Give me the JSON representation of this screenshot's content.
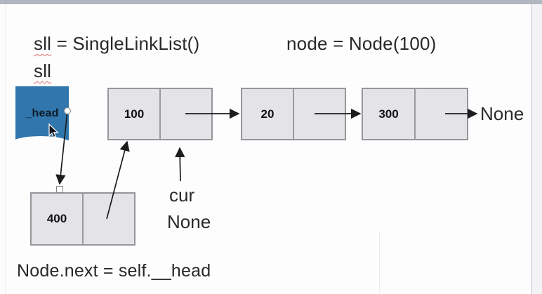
{
  "window": {
    "top_bar_color": "#b1b6c0"
  },
  "code_text": {
    "line1_var": "sll",
    "line1_rest": " = SingleLinkList()",
    "line2_var": "sll",
    "line3": "node = Node(100)",
    "bottom_line": "Node.next = self.__head"
  },
  "diagram": {
    "head_label": "_head",
    "head_fill": "#3177ad",
    "node_fill": "#e4e3e6",
    "node_border": "#96959b",
    "spellcheck_underline_color": "#d9534f",
    "nodes": [
      {
        "value": "100"
      },
      {
        "value": "20"
      },
      {
        "value": "300"
      },
      {
        "value": "400"
      }
    ],
    "tail_label": "None",
    "cur_label": "cur",
    "cur_value_label": "None"
  }
}
